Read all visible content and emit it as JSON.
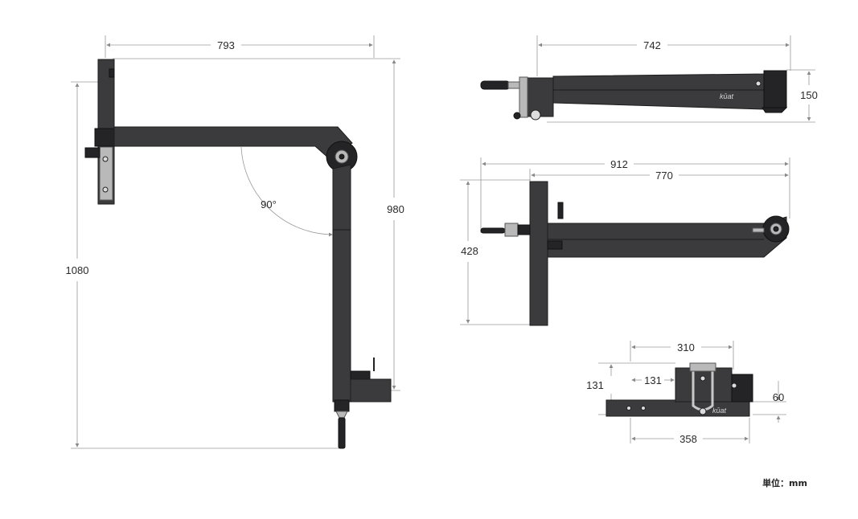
{
  "dimensions": {
    "left_view": {
      "width": "793",
      "height_inner": "980",
      "height_total": "1080",
      "angle": "90°"
    },
    "top_right_view": {
      "length": "742",
      "height": "150"
    },
    "middle_right_view": {
      "length_total": "912",
      "length_arm": "770",
      "height": "428"
    },
    "bottom_right_view": {
      "top_width": "310",
      "offset": "131",
      "height": "131",
      "tube": "60",
      "base_width": "358"
    }
  },
  "brand_marks": [
    "kūat",
    "kūat"
  ],
  "unit_label": "単位：mm",
  "colors": {
    "frame": "#3b3b3d",
    "frame_dark": "#242426",
    "steel": "#b9b9b9",
    "dimension_line": "#9a9a9a"
  }
}
